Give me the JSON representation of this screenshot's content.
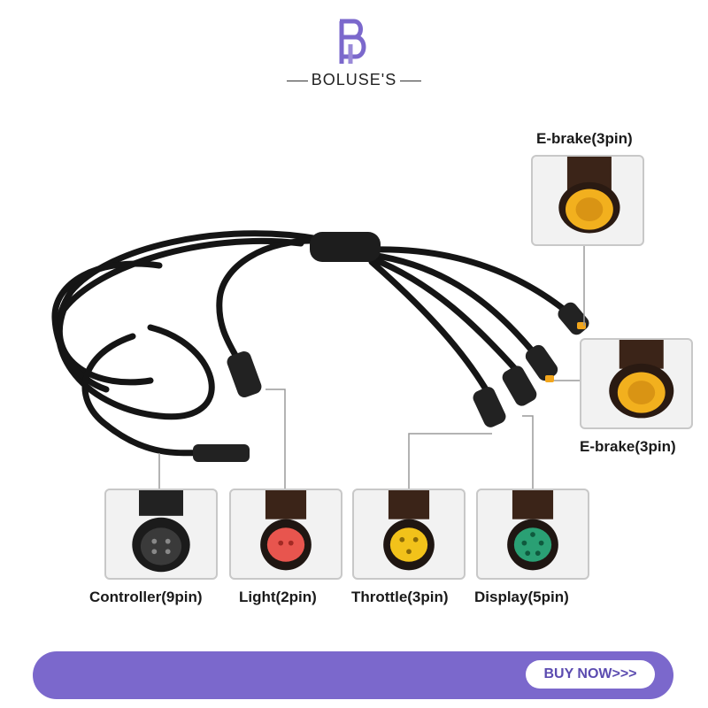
{
  "brand": {
    "name": "BOLUSE'S",
    "accent": "#7b68cc"
  },
  "connectors": [
    {
      "label": "E-brake(3pin)",
      "color": "#f2b01e"
    },
    {
      "label": "E-brake(3pin)",
      "color": "#f2b01e"
    },
    {
      "label": "Controller(9pin)",
      "color": "#2a2a2a"
    },
    {
      "label": "Light(2pin)",
      "color": "#e8554e"
    },
    {
      "label": "Throttle(3pin)",
      "color": "#f2c21a"
    },
    {
      "label": "Display(5pin)",
      "color": "#2aa074"
    }
  ],
  "cta": {
    "label": "BUY NOW>>>"
  }
}
